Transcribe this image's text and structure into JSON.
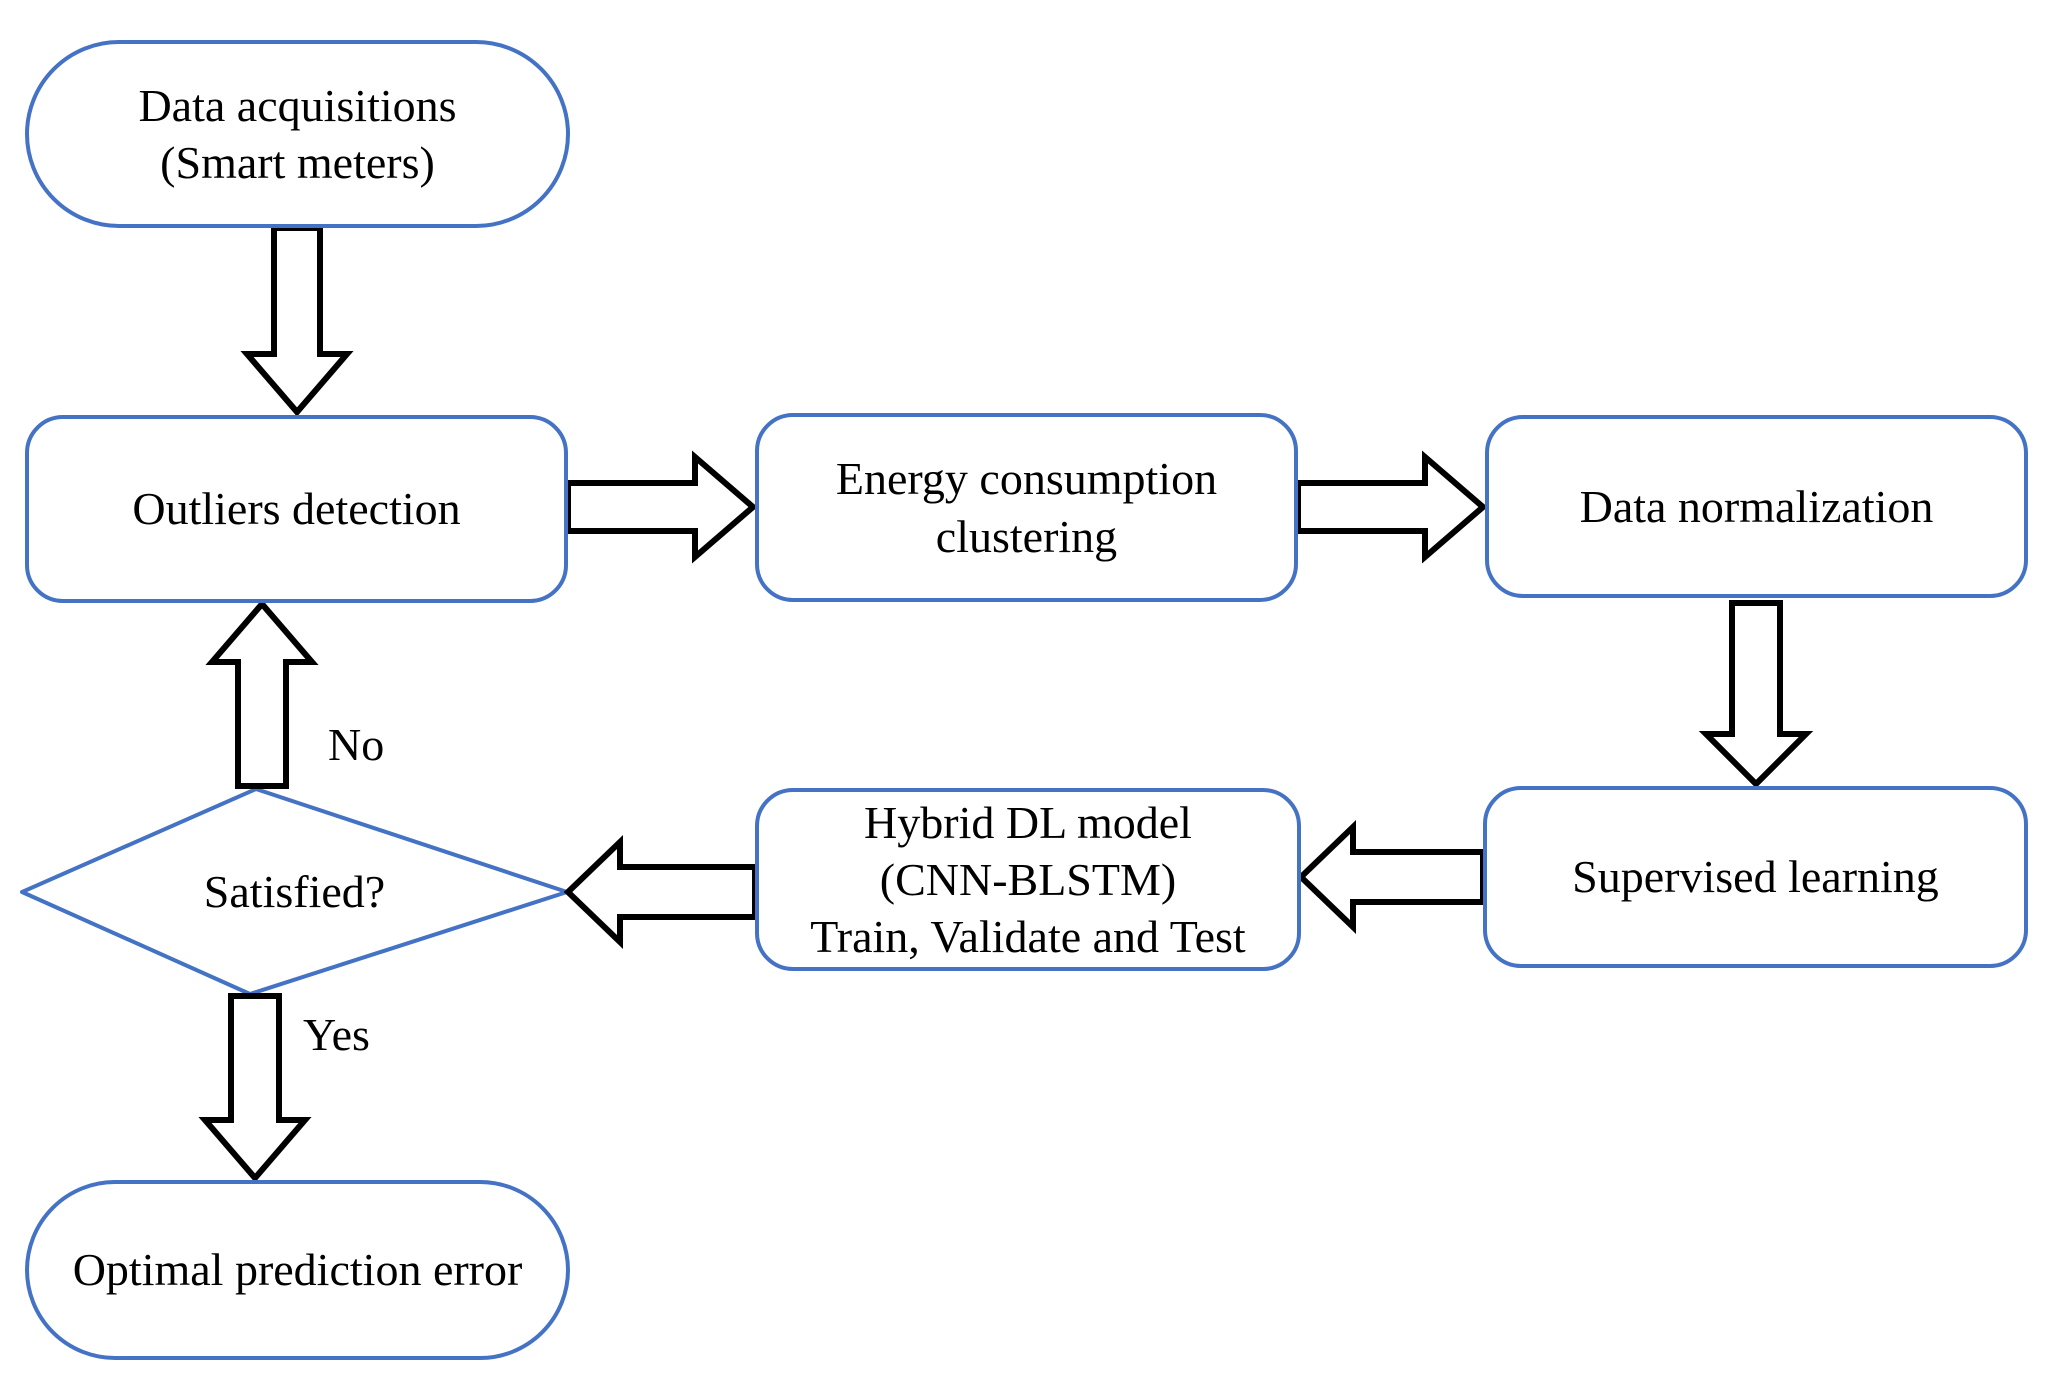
{
  "diagram": {
    "type": "flowchart",
    "nodes": {
      "data_acquisition": {
        "text": "Data acquisitions\n(Smart meters)",
        "shape": "stadium"
      },
      "outliers_detection": {
        "text": "Outliers detection",
        "shape": "rounded-rect"
      },
      "energy_clustering": {
        "text": "Energy consumption\nclustering",
        "shape": "rounded-rect"
      },
      "data_normalization": {
        "text": "Data normalization",
        "shape": "rounded-rect"
      },
      "supervised_learning": {
        "text": "Supervised learning",
        "shape": "rounded-rect"
      },
      "hybrid_model": {
        "text": "Hybrid DL model\n(CNN-BLSTM)\nTrain, Validate and Test",
        "shape": "rounded-rect"
      },
      "satisfied_decision": {
        "text": "Satisfied?",
        "shape": "diamond"
      },
      "optimal_error": {
        "text": "Optimal prediction error",
        "shape": "stadium"
      }
    },
    "edge_labels": {
      "no": "No",
      "yes": "Yes"
    },
    "edges": [
      "data_acquisition -> outliers_detection",
      "outliers_detection -> energy_clustering",
      "energy_clustering -> data_normalization",
      "data_normalization -> supervised_learning",
      "supervised_learning -> hybrid_model",
      "hybrid_model -> satisfied_decision",
      "satisfied_decision -> outliers_detection (No)",
      "satisfied_decision -> optimal_error (Yes)"
    ],
    "colors": {
      "node_border": "#4472C4",
      "node_fill": "#FFFFFF",
      "arrow_outline": "#000000",
      "arrow_fill": "#FFFFFF",
      "text": "#000000",
      "background": "#FFFFFF"
    }
  }
}
